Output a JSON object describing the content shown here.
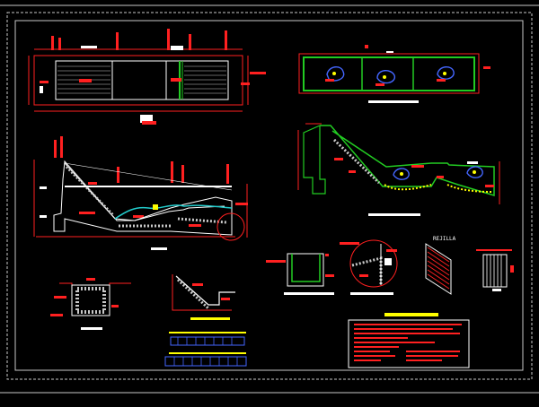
{
  "drawing": {
    "colors": {
      "background": "#000000",
      "frame": "#c8c8c8",
      "dimension": "#ff2020",
      "outline": "#ffffff",
      "green": "#22cc22",
      "cyan": "#22cccc",
      "blue": "#4466ff",
      "yellow": "#ffff00",
      "magenta": "#ff33ff"
    },
    "labels": {
      "grate": "REJILLA"
    },
    "views": [
      "plan-view",
      "top-right-plan",
      "longitudinal-section",
      "right-profile",
      "cross-section",
      "inlet-detail",
      "small-section",
      "circular-detail",
      "grate-isometric",
      "grate-elevation",
      "notes-box"
    ]
  }
}
